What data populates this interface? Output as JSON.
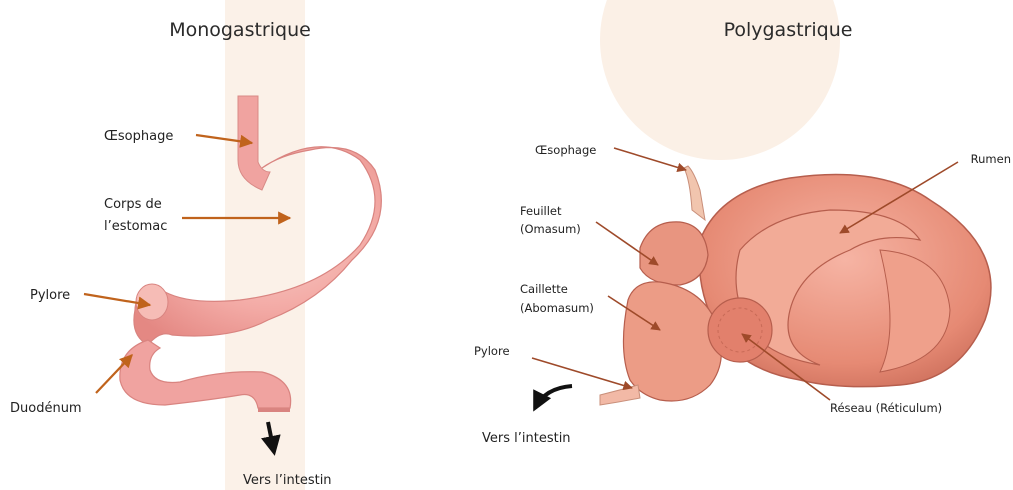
{
  "titles": {
    "left": "Monogastrique",
    "right": "Polygastrique"
  },
  "mono": {
    "oesophage": "Œsophage",
    "corps_line1": "Corps de",
    "corps_line2": "l’estomac",
    "pylore": "Pylore",
    "duodenum": "Duodénum",
    "intestin": "Vers l’intestin"
  },
  "poly": {
    "oesophage": "Œsophage",
    "rumen": "Rumen",
    "feuillet_line1": "Feuillet",
    "feuillet_line2": "(Omasum)",
    "caillette_line1": "Caillette",
    "caillette_line2": "(Abomasum)",
    "pylore": "Pylore",
    "reseau": "Réseau (Réticulum)",
    "intestin": "Vers l’intestin"
  },
  "colors": {
    "arrow": "#c0631c",
    "stomach": "#f0a3a0",
    "ruminant": "#e58a77"
  }
}
